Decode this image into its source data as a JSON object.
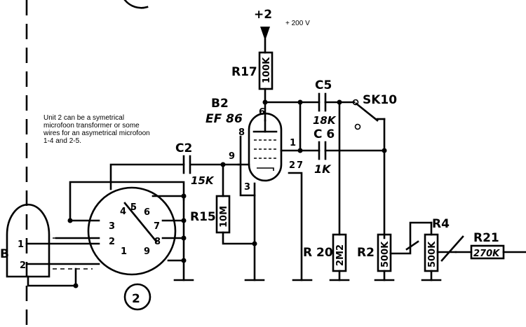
{
  "note": {
    "line1": "Unit 2 can be a symetrical",
    "line2": "microfoon transformer or some",
    "line3": "wires for an asymetrical microfoon",
    "line4": "1-4 and 2-5."
  },
  "supply": {
    "node": "+2",
    "voltage": "+ 200 V"
  },
  "tube": {
    "ref": "B2",
    "type": "EF 86",
    "pins": {
      "anode": "6",
      "g2": "1",
      "g1": "9",
      "cathode": "3",
      "h1": "8",
      "h2": "2",
      "h3": "7"
    }
  },
  "components": {
    "r17": {
      "ref": "R17",
      "value": "100K"
    },
    "c5": {
      "ref": "C5",
      "value": "18K"
    },
    "c6": {
      "ref": "C 6",
      "value": "1K"
    },
    "c2": {
      "ref": "C2",
      "value": "15K"
    },
    "r15": {
      "ref": "R15",
      "value": "10M"
    },
    "r20": {
      "ref": "R 20",
      "value": "2M2"
    },
    "r2": {
      "ref": "R2",
      "value": "500K"
    },
    "r4": {
      "ref": "R4",
      "value": "500K"
    },
    "r21": {
      "ref": "R21",
      "value": "270K"
    },
    "sk10": {
      "ref": "SK10"
    }
  },
  "unit": {
    "label": "2",
    "pins": [
      "3",
      "2",
      "1",
      "4",
      "5",
      "6",
      "7",
      "8",
      "9"
    ]
  },
  "connector": {
    "label": "B",
    "pins": [
      "1",
      "2"
    ]
  }
}
